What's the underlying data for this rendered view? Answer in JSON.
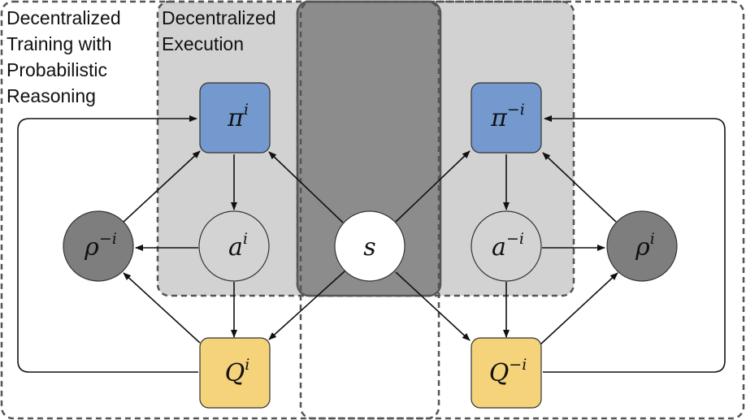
{
  "regions": {
    "training_label": "Decentralized\nTraining with\nProbabilistic\nReasoning",
    "execution_label": "Decentralized\nExecution"
  },
  "nodes": {
    "pi_i": {
      "base": "π",
      "sup": "i",
      "shape": "rounded-square",
      "fill": "#7399CF"
    },
    "a_i": {
      "base": "a",
      "sup": "i",
      "shape": "circle",
      "fill": "#D3D3D3"
    },
    "rho_mi": {
      "base": "ρ",
      "sup": "−i",
      "shape": "circle",
      "fill": "#7E7E7E"
    },
    "q_i": {
      "base": "Q",
      "sup": "i",
      "shape": "rounded-square",
      "fill": "#F5D37A"
    },
    "s": {
      "base": "s",
      "sup": "",
      "shape": "circle",
      "fill": "#FFFFFF"
    },
    "pi_mi": {
      "base": "π",
      "sup": "−i",
      "shape": "rounded-square",
      "fill": "#7399CF"
    },
    "a_mi": {
      "base": "a",
      "sup": "−i",
      "shape": "circle",
      "fill": "#D3D3D3"
    },
    "rho_i": {
      "base": "ρ",
      "sup": "i",
      "shape": "circle",
      "fill": "#7E7E7E"
    },
    "q_mi": {
      "base": "Q",
      "sup": "−i",
      "shape": "rounded-square",
      "fill": "#F5D37A"
    }
  },
  "edges": [
    [
      "pi_i",
      "a_i"
    ],
    [
      "a_i",
      "q_i"
    ],
    [
      "a_i",
      "rho_mi"
    ],
    [
      "rho_mi",
      "pi_i"
    ],
    [
      "q_i",
      "rho_mi"
    ],
    [
      "s",
      "pi_i"
    ],
    [
      "s",
      "q_i"
    ],
    [
      "q_i",
      "pi_i",
      "loop-left"
    ],
    [
      "pi_mi",
      "a_mi"
    ],
    [
      "a_mi",
      "q_mi"
    ],
    [
      "a_mi",
      "rho_i"
    ],
    [
      "rho_i",
      "pi_mi"
    ],
    [
      "q_mi",
      "rho_i"
    ],
    [
      "s",
      "pi_mi"
    ],
    [
      "s",
      "q_mi"
    ],
    [
      "q_mi",
      "pi_mi",
      "loop-right"
    ]
  ],
  "colors": {
    "execution_region": "#D2D2D2",
    "shared_region": "#8C8C8C",
    "region_border": "#555555",
    "edge": "#111111"
  }
}
